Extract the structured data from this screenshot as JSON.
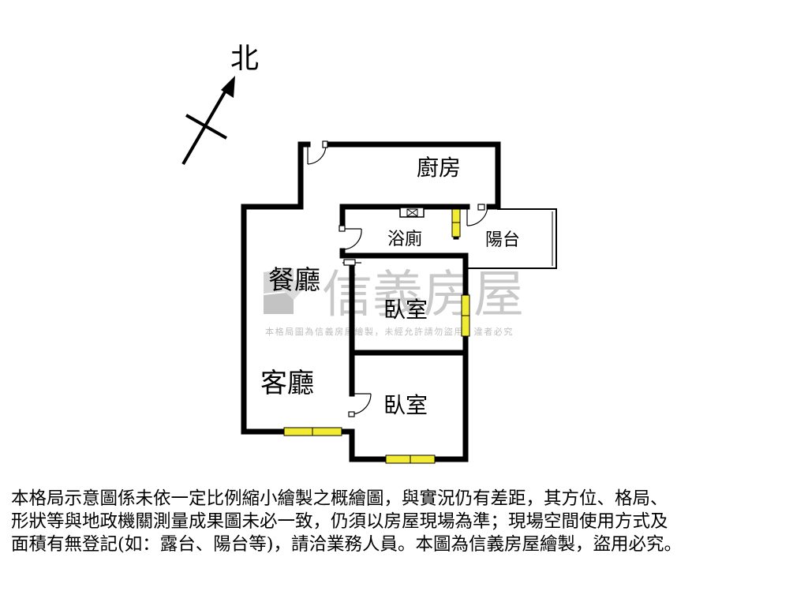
{
  "compass": {
    "label": "北"
  },
  "rooms": {
    "kitchen": "廚房",
    "bathroom": "浴廁",
    "balcony": "陽台",
    "dining": "餐廳",
    "bedroom1": "臥室",
    "living": "客廳",
    "bedroom2": "臥室"
  },
  "watermark": {
    "brand": "信義房屋",
    "notice": "本格局圖為信義房屋繪製，未經允許請勿盜用，違者必究"
  },
  "disclaimer": {
    "lines": [
      "本格局示意圖係未依一定比例縮小繪製之概繪圖，與實況仍有差距，其方位、格局、",
      "形狀等與地政機關測量成果圖未必一致，仍須以房屋現場為準；現場空間使用方式及",
      "面積有無登記(如：露台、陽台等)，請洽業務人員。本圖為信義房屋繪製，盜用必究。"
    ]
  },
  "colors": {
    "wall": "#000000",
    "window": "#f2ea33",
    "watermark": "#c9c9c9"
  }
}
